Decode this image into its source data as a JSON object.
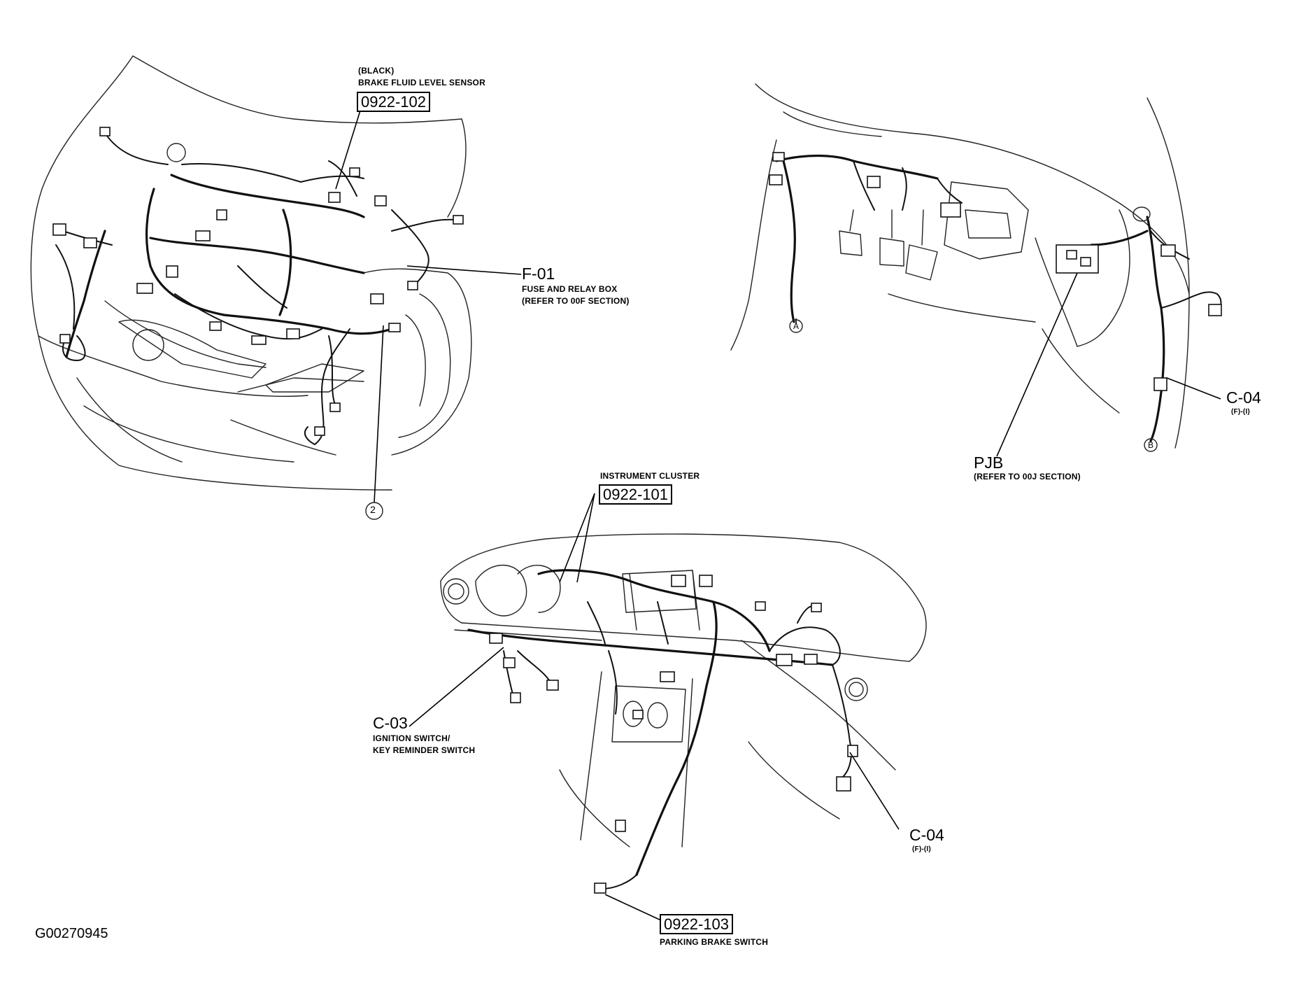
{
  "labels": {
    "brake_sensor_color": "(BLACK)",
    "brake_sensor_name": "BRAKE FLUID LEVEL SENSOR",
    "brake_sensor_code": "0922-102",
    "fuse_box_code": "F-01",
    "fuse_box_name": "FUSE AND RELAY BOX",
    "fuse_box_ref": "(REFER TO 00F SECTION)",
    "circle_2": "2",
    "circle_a": "A",
    "circle_b": "B",
    "c04_top_code": "C-04",
    "c04_top_sub": "(F)-(I)",
    "pjb_code": "PJB",
    "pjb_ref": "(REFER TO 00J SECTION)",
    "cluster_name": "INSTRUMENT CLUSTER",
    "cluster_code": "0922-101",
    "c03_code": "C-03",
    "c03_name1": "IGNITION SWITCH/",
    "c03_name2": "KEY REMINDER SWITCH",
    "c04_bottom_code": "C-04",
    "c04_bottom_sub": "(F)-(I)",
    "parking_code": "0922-103",
    "parking_name": "PARKING BRAKE SWITCH",
    "figure_id": "G00270945"
  }
}
